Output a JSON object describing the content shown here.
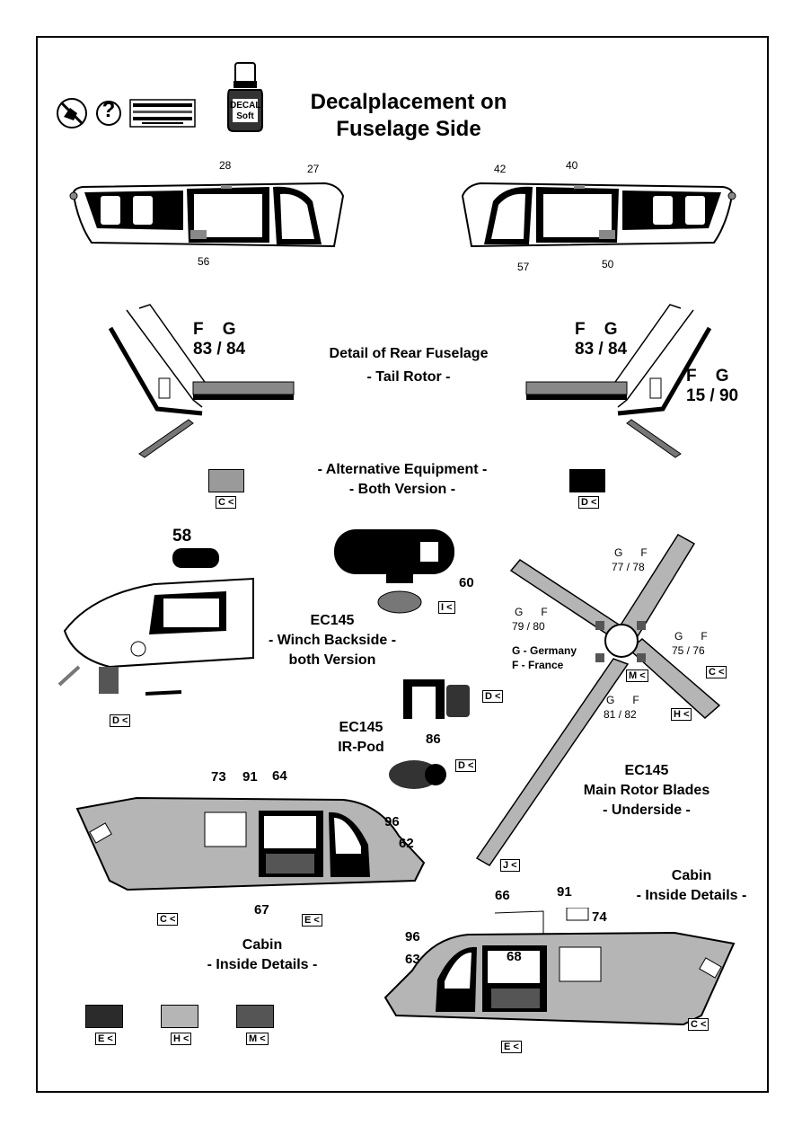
{
  "header": {
    "title_line1": "Decalplacement on",
    "title_line2": "Fuselage Side",
    "decal_jar_text1": "DECAL",
    "decal_jar_text2": "Soft",
    "question_mark": "?"
  },
  "top_left_callouts": [
    "28",
    "27",
    "56"
  ],
  "top_right_callouts": [
    "42",
    "40",
    "57",
    "50"
  ],
  "rear_fuselage": {
    "title": "Detail of Rear Fuselage",
    "subtitle": "- Tail Rotor -",
    "left_fg": "F    G",
    "left_nums": "83 / 84",
    "right_fg": "F    G",
    "right_nums": "83 / 84",
    "right_fg2": "F    G",
    "right_nums2": "15 / 90"
  },
  "alternative": {
    "line1": "- Alternative Equipment -",
    "line2": "- Both Version -",
    "swatch_c_label": "C",
    "swatch_d_label": "D",
    "swatch_c_color": "#9a9a9a",
    "swatch_d_color": "#000000"
  },
  "winch": {
    "callout_58": "58",
    "callout_60": "60",
    "key_i": "I",
    "key_d": "D",
    "line1": "EC145",
    "line2": "- Winch Backside -",
    "line3": "both Version"
  },
  "irpod": {
    "line1": "EC145",
    "line2": "IR-Pod",
    "callout_86": "86",
    "key_d1": "D",
    "key_d2": "D"
  },
  "rotor": {
    "gf_top": "G      F",
    "nums_top": "77 / 78",
    "gf_left": "G      F",
    "nums_left": "79 / 80",
    "gf_right": "G      F",
    "nums_right": "75 / 76",
    "gf_bottom": "G      F",
    "nums_bottom": "81 / 82",
    "legend_g": "G - Germany",
    "legend_f": "F - France",
    "key_m": "M",
    "key_c": "C",
    "key_h": "H",
    "key_j": "J",
    "caption1": "EC145",
    "caption2": "Main Rotor Blades",
    "caption3": "- Underside -"
  },
  "cabin_left": {
    "callouts": [
      "73",
      "91",
      "64",
      "96",
      "62",
      "67"
    ],
    "key_c": "C",
    "key_e": "E",
    "caption1": "Cabin",
    "caption2": "- Inside Details -"
  },
  "cabin_right": {
    "callouts": [
      "66",
      "91",
      "74",
      "96",
      "63",
      "68"
    ],
    "key_c": "C",
    "key_e": "E",
    "caption1": "Cabin",
    "caption2": "- Inside Details -"
  },
  "legend_swatches": [
    {
      "label": "E",
      "color": "#2b2b2b"
    },
    {
      "label": "H",
      "color": "#b5b5b5"
    },
    {
      "label": "M",
      "color": "#555555"
    }
  ]
}
